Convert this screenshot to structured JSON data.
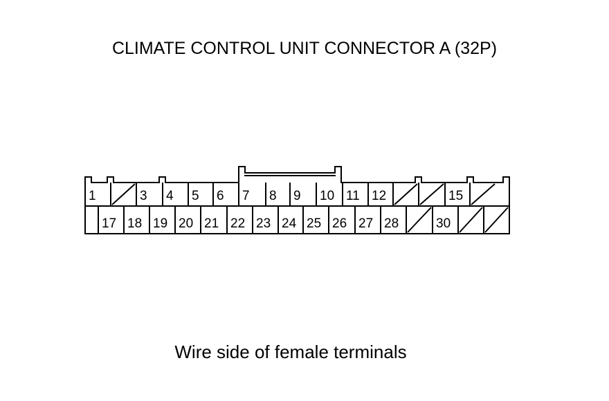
{
  "title": "CLIMATE CONTROL UNIT CONNECTOR A (32P)",
  "caption": "Wire side of female terminals",
  "colors": {
    "background": "#ffffff",
    "line": "#000000",
    "text": "#000000"
  },
  "connector": {
    "top_row": [
      {
        "pin": 1,
        "label": "1",
        "used": true
      },
      {
        "pin": 2,
        "label": "",
        "used": false
      },
      {
        "pin": 3,
        "label": "3",
        "used": true
      },
      {
        "pin": 4,
        "label": "4",
        "used": true
      },
      {
        "pin": 5,
        "label": "5",
        "used": true
      },
      {
        "pin": 6,
        "label": "6",
        "used": true
      },
      {
        "pin": 7,
        "label": "7",
        "used": true
      },
      {
        "pin": 8,
        "label": "8",
        "used": true
      },
      {
        "pin": 9,
        "label": "9",
        "used": true
      },
      {
        "pin": 10,
        "label": "10",
        "used": true
      },
      {
        "pin": 11,
        "label": "11",
        "used": true
      },
      {
        "pin": 12,
        "label": "12",
        "used": true
      },
      {
        "pin": 13,
        "label": "",
        "used": false
      },
      {
        "pin": 14,
        "label": "",
        "used": false
      },
      {
        "pin": 15,
        "label": "15",
        "used": true
      },
      {
        "pin": 16,
        "label": "",
        "used": false
      }
    ],
    "bottom_row": [
      {
        "pin": 17,
        "label": "17",
        "used": true
      },
      {
        "pin": 18,
        "label": "18",
        "used": true
      },
      {
        "pin": 19,
        "label": "19",
        "used": true
      },
      {
        "pin": 20,
        "label": "20",
        "used": true
      },
      {
        "pin": 21,
        "label": "21",
        "used": true
      },
      {
        "pin": 22,
        "label": "22",
        "used": true
      },
      {
        "pin": 23,
        "label": "23",
        "used": true
      },
      {
        "pin": 24,
        "label": "24",
        "used": true
      },
      {
        "pin": 25,
        "label": "25",
        "used": true
      },
      {
        "pin": 26,
        "label": "26",
        "used": true
      },
      {
        "pin": 27,
        "label": "27",
        "used": true
      },
      {
        "pin": 28,
        "label": "28",
        "used": true
      },
      {
        "pin": 29,
        "label": "",
        "used": false
      },
      {
        "pin": 30,
        "label": "30",
        "used": true
      },
      {
        "pin": 31,
        "label": "",
        "used": false
      },
      {
        "pin": 32,
        "label": "",
        "used": false
      }
    ]
  }
}
